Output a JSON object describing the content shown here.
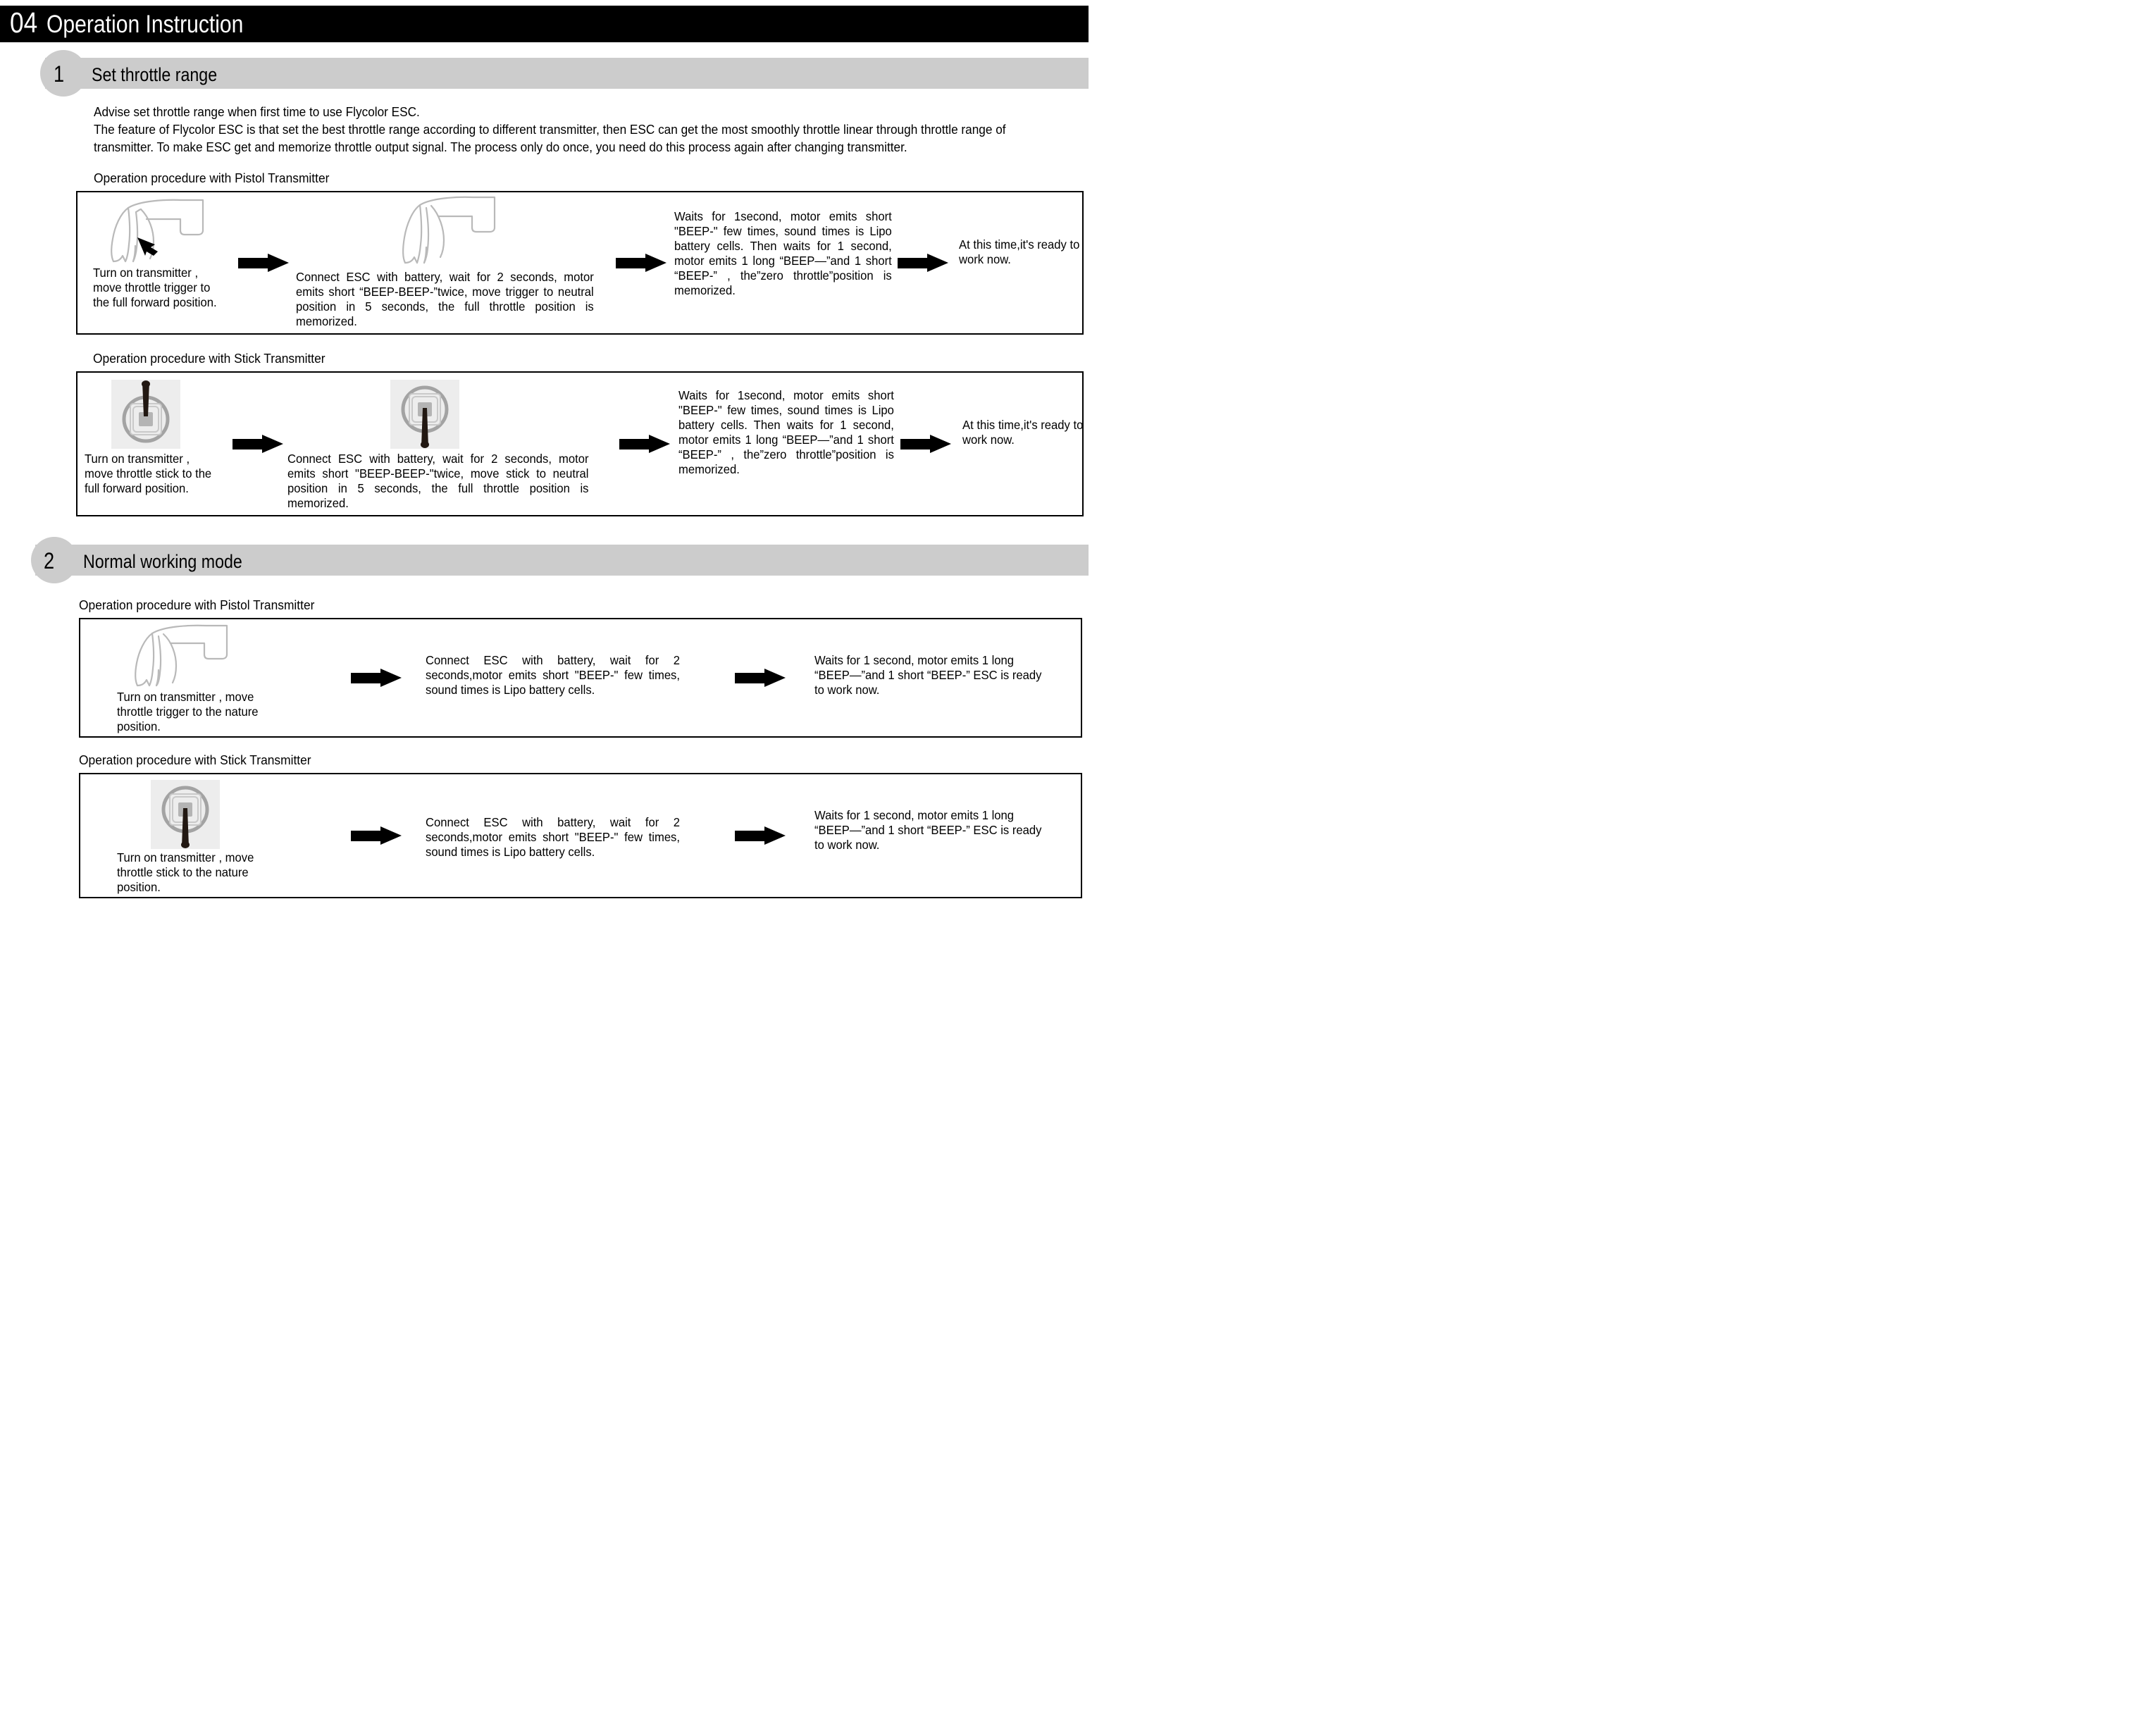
{
  "chapter": {
    "number": "04",
    "title": "Operation Instruction"
  },
  "sections": [
    {
      "number": "1",
      "title": "Set throttle range",
      "intro": [
        "Advise set throttle range when first time to use Flycolor ESC.",
        "The feature of Flycolor ESC is that set the best throttle range according to different transmitter, then ESC can get the most smoothly throttle linear through throttle range of transmitter. To make ESC get and memorize throttle output signal. The process only do once, you need do this process again after changing transmitter."
      ],
      "procedures": [
        {
          "label": "Operation procedure with Pistol Transmitter",
          "device": "pistol",
          "steps": [
            "Turn on transmitter , move throttle trigger to the full forward position.",
            "Connect ESC with battery, wait for 2 seconds, motor emits  short “BEEP-BEEP-”twice, move trigger to neutral position in 5 seconds, the full throttle position is memorized.",
            "Waits for 1second, motor emits short \"BEEP-\" few times, sound times is Lipo battery cells. Then waits for 1 second, motor emits 1 long “BEEP—”and 1 short “BEEP-” , the”zero throttle”position is memorized.",
            "At this time,it's ready to work now."
          ]
        },
        {
          "label": "Operation procedure with Stick Transmitter",
          "device": "stick",
          "steps": [
            "Turn on transmitter , move throttle stick to the full forward position.",
            "Connect ESC with battery, wait for 2 seconds, motor emits  short \"BEEP-BEEP-\"twice, move stick to neutral position in 5 seconds, the full throttle position is memorized.",
            "Waits for 1second, motor emits short \"BEEP-\" few times, sound times is Lipo battery cells. Then waits for 1 second, motor emits 1 long “BEEP—”and 1 short “BEEP-” , the”zero throttle”position is memorized.",
            "At this time,it's ready to work now."
          ]
        }
      ]
    },
    {
      "number": "2",
      "title": "Normal working mode",
      "intro": [],
      "procedures": [
        {
          "label": "Operation procedure with Pistol Transmitter",
          "device": "pistol",
          "steps": [
            "Turn on transmitter , move throttle trigger to the nature position.",
            "Connect ESC with battery, wait for 2 seconds,motor emits short \"BEEP-\" few times, sound times is Lipo battery cells.",
            "Waits for 1 second, motor emits 1 long “BEEP—”and 1 short “BEEP-” ESC is ready to work now."
          ]
        },
        {
          "label": "Operation procedure with Stick Transmitter",
          "device": "stick",
          "steps": [
            "Turn on transmitter , move throttle stick to the nature position.",
            "Connect ESC with battery, wait for 2 seconds,motor emits short \"BEEP-\" few times, sound times is Lipo battery cells.",
            "Waits for 1 second, motor emits 1 long “BEEP—”and 1 short “BEEP-” ESC is ready to work now."
          ]
        }
      ]
    }
  ],
  "colors": {
    "chapter_bar": "#000000",
    "section_bar": "#cccccc",
    "box_border": "#000000",
    "arrow": "#000000",
    "stick_panel": "#ededed",
    "stick_knob": "#221812",
    "drawing_line": "#b5b5b5"
  },
  "icons": {
    "arrow": "right-arrow-icon",
    "pistol": "pistol-transmitter-icon",
    "stick": "stick-transmitter-icon",
    "pointer": "pointer-arrow-icon"
  }
}
